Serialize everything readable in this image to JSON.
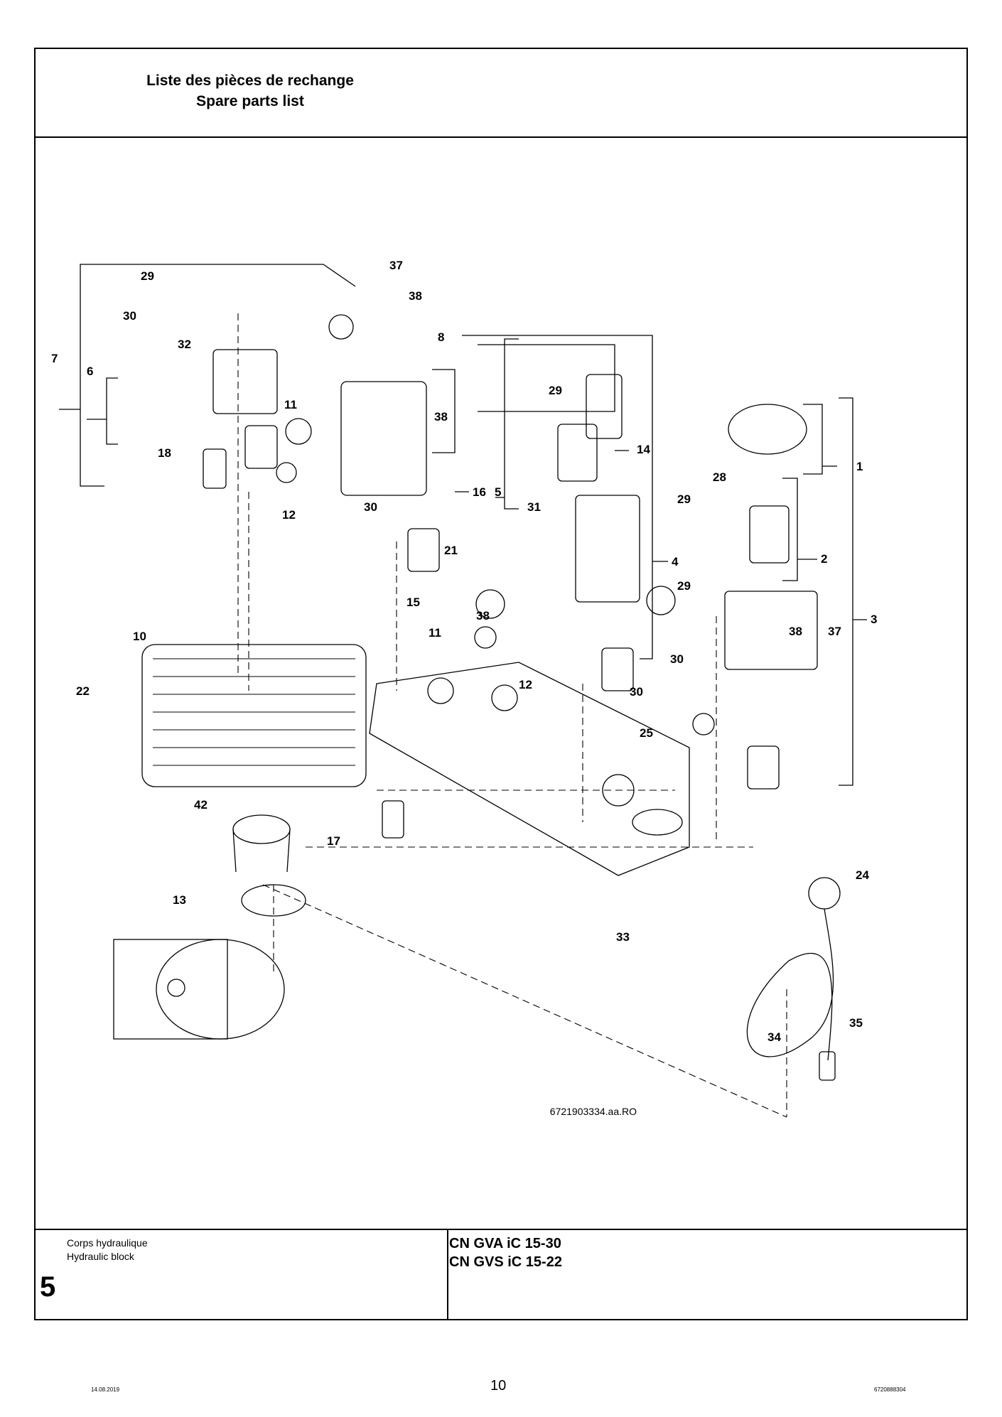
{
  "header": {
    "title_fr": "Liste des pièces de rechange",
    "title_en": "Spare parts list"
  },
  "drawing": {
    "reference": "6721903334.aa.RO",
    "callouts": [
      "1",
      "2",
      "3",
      "4",
      "5",
      "6",
      "7",
      "8",
      "10",
      "11",
      "11",
      "12",
      "12",
      "13",
      "14",
      "15",
      "16",
      "17",
      "18",
      "21",
      "22",
      "24",
      "25",
      "28",
      "29",
      "29",
      "29",
      "29",
      "30",
      "30",
      "30",
      "30",
      "31",
      "32",
      "33",
      "34",
      "35",
      "37",
      "37",
      "38",
      "38",
      "38",
      "38",
      "42"
    ]
  },
  "footer": {
    "section_number": "5",
    "description_fr": "Corps hydraulique",
    "description_en": "Hydraulic block",
    "model_1": "CN GVA iC 15-30",
    "model_2": "CN GVS iC 15-22"
  },
  "page": {
    "date": "14.08.2019",
    "number": "10",
    "doc_code": "6720888304"
  }
}
